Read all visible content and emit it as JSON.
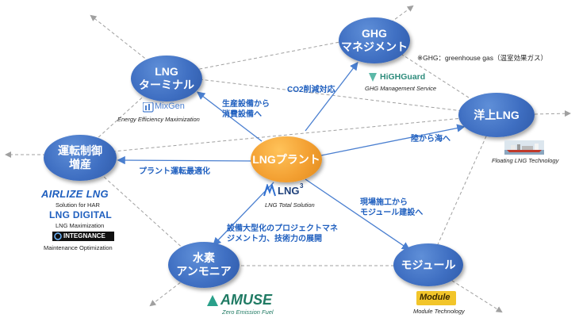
{
  "center": {
    "label": "LNGプラント",
    "logo_text": "LNG",
    "logo_sup": "3",
    "caption": "LNG Total Solution"
  },
  "nodes": {
    "lng_terminal": {
      "line1": "LNG",
      "line2": "ターミナル",
      "logo_text": "MixGen",
      "caption": "Energy Efficiency  Maximization"
    },
    "ghg": {
      "line1": "GHG",
      "line2": "マネジメント",
      "logo_text": "HiGHGuard",
      "caption": "GHG Management  Service"
    },
    "offshore": {
      "label": "洋上LNG",
      "caption": "Floating LNG Technology"
    },
    "operation": {
      "line1": "運転制御",
      "line2": "増産",
      "logos": [
        {
          "text": "AIRLIZE LNG",
          "caption": "Solution for HAR"
        },
        {
          "text": "LNG DIGITAL",
          "caption": "LNG Maximization"
        },
        {
          "text": "INTEGNANCE",
          "caption": "Maintenance Optimization"
        }
      ]
    },
    "hydrogen": {
      "line1": "水素",
      "line2": "アンモニア",
      "logo_text": "AMUSE",
      "caption": "Zero Emission Fuel"
    },
    "module": {
      "label": "モジュール",
      "logo_text": "Module",
      "caption": "Module Technology"
    }
  },
  "edge_labels": {
    "co2": "CO2削減対応",
    "production_line1": "生産設備から",
    "production_line2": "消費設備へ",
    "land_to_sea": "陸から海へ",
    "optimization": "プラント運転最適化",
    "onsite_line1": "現場施工から",
    "onsite_line2": "モジュール建設へ",
    "upsizing_line1": "設備大型化のプロジェクトマネ",
    "upsizing_line2": "ジメント力、技術力の展開"
  },
  "note": "※GHG：greenhouse gas（温室効果ガス）",
  "colors": {
    "node_blue": "#3f6fc2",
    "node_orange": "#f3a032",
    "edge_blue": "#4a7fd0",
    "label_blue": "#1f5fbf",
    "dashed": "#a0a0a0"
  }
}
